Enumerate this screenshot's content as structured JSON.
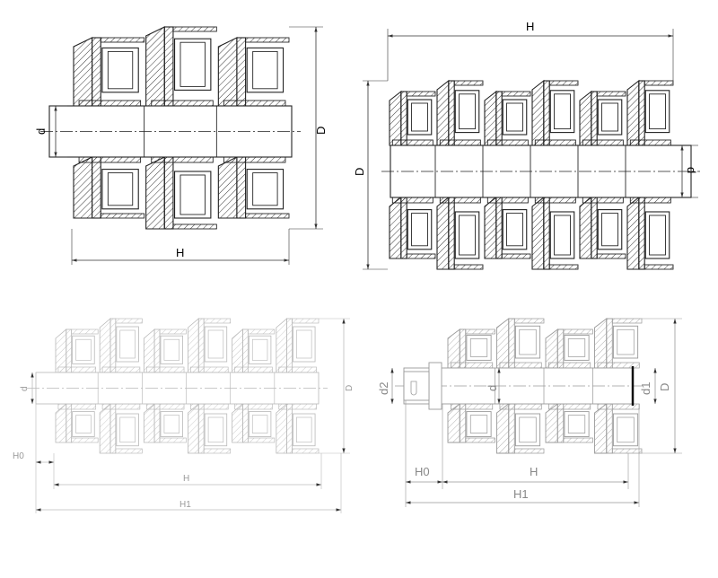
{
  "views": [
    {
      "id": "top-left",
      "units": 3,
      "tone": "#222222",
      "labels": {
        "d": "d",
        "D": "D",
        "H": "H"
      }
    },
    {
      "id": "top-right",
      "units": 6,
      "tone": "#222222",
      "labels": {
        "H": "H",
        "D": "D",
        "d": "d"
      }
    },
    {
      "id": "bottom-left",
      "units": 6,
      "tone": "#b8b8b8",
      "labels": {
        "d": "d",
        "D": "D",
        "H0": "H0",
        "H": "H",
        "H1": "H1"
      }
    },
    {
      "id": "bottom-right",
      "units": 4,
      "tone": "#9a9a9a",
      "labels": {
        "d2": "d2",
        "d": "d",
        "d1": "d1",
        "D": "D",
        "H0": "H0",
        "H": "H",
        "H1": "H1"
      }
    }
  ]
}
